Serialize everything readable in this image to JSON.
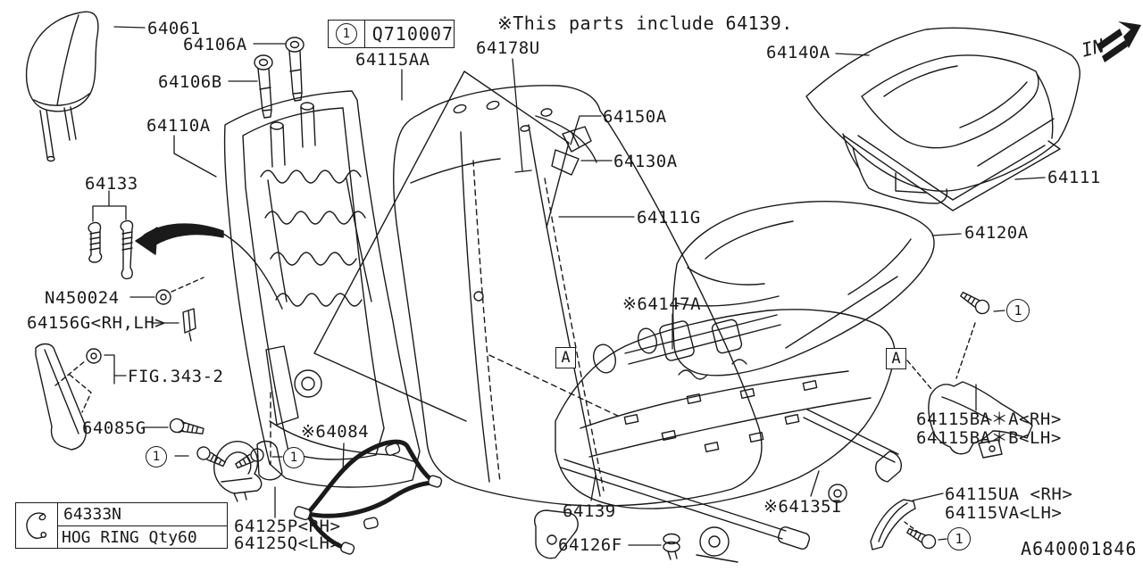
{
  "title_block": {
    "callout": "1",
    "part_no": "Q710007"
  },
  "note": "※This parts include 64139.",
  "diagram_id": "A640001846",
  "in_marker": "IN",
  "section_marker": "A",
  "callout_symbol": "1",
  "hog_ring": {
    "part_no": "64333N",
    "desc": "HOG RING Qty60"
  },
  "labels": [
    {
      "text": "64061"
    },
    {
      "text": "64106A"
    },
    {
      "text": "64106B"
    },
    {
      "text": "64110A"
    },
    {
      "text": "64133"
    },
    {
      "text": "N450024"
    },
    {
      "text": "64156G<RH,LH>"
    },
    {
      "text": "FIG.343-2"
    },
    {
      "text": "64085G"
    },
    {
      "text": "64125P<RH>"
    },
    {
      "text": "64125Q<LH>"
    },
    {
      "text": "※64084"
    },
    {
      "text": "64115AA"
    },
    {
      "text": "64178U"
    },
    {
      "text": "64150A"
    },
    {
      "text": "64130A"
    },
    {
      "text": "64111G"
    },
    {
      "text": "※64147A"
    },
    {
      "text": "64139"
    },
    {
      "text": "64126F"
    },
    {
      "text": "※64135I"
    },
    {
      "text": "64140A"
    },
    {
      "text": "64111"
    },
    {
      "text": "64120A"
    },
    {
      "text": "64115BA＊A<RH>"
    },
    {
      "text": "64115BA＊B<LH>"
    },
    {
      "text": "64115UA <RH>"
    },
    {
      "text": "64115VA<LH>"
    }
  ]
}
